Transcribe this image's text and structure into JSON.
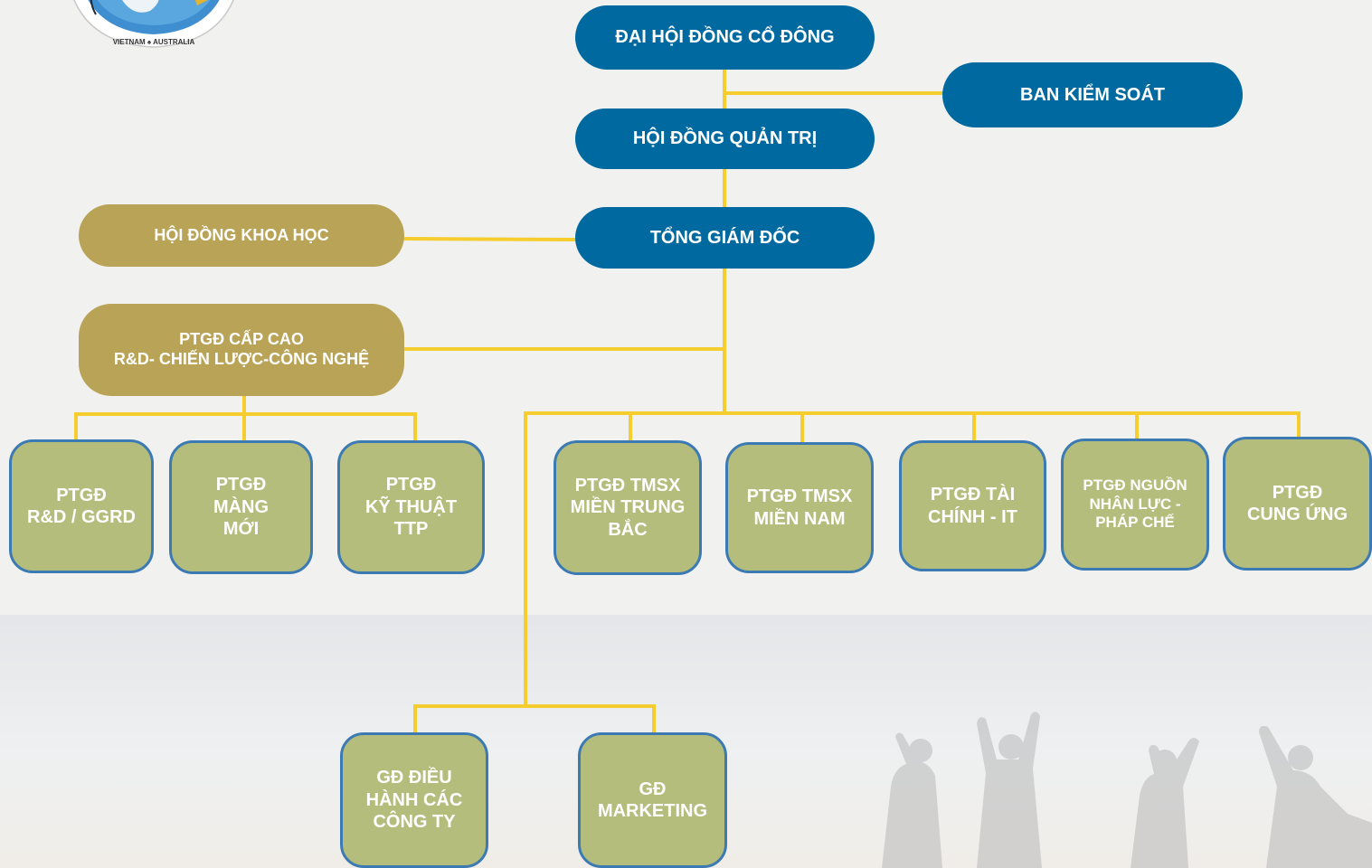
{
  "colors": {
    "pill_blue": "#006aa0",
    "pill_gold": "#b9a357",
    "card_fill": "#b4bd7c",
    "card_border": "#3c7ab3",
    "connector": "#f5cd2e",
    "text": "#ffffff"
  },
  "logo": {
    "icon": "company-seal-logo",
    "text": "VIETNAM ♠ AUSTRALIA"
  },
  "org_chart": {
    "shareholders": "ĐẠI HỘI ĐỒNG CỔ ĐÔNG",
    "supervisory": "BAN KIỂM SOÁT",
    "board": "HỘI ĐỒNG QUẢN TRỊ",
    "ceo": "TỔNG GIÁM ĐỐC",
    "science_council": "HỘI ĐỒNG KHOA HỌC",
    "senior_vp": {
      "line1": "PTGĐ CẤP CAO",
      "line2": "R&D- CHIẾN LƯỢC-CÔNG NGHỆ"
    },
    "rd_units": [
      {
        "line1": "PTGĐ",
        "line2": "R&D / GGRD"
      },
      {
        "line1": "PTGĐ",
        "line2": "MÀNG",
        "line3": "MỚI"
      },
      {
        "line1": "PTGĐ",
        "line2": "KỸ THUẬT",
        "line3": "TTP"
      }
    ],
    "divisions": [
      {
        "line1": "PTGĐ TMSX",
        "line2": "MIỀN TRUNG",
        "line3": "BẮC"
      },
      {
        "line1": "PTGĐ TMSX",
        "line2": "MIỀN NAM"
      },
      {
        "line1": "PTGĐ TÀI",
        "line2": "CHÍNH - IT"
      },
      {
        "line1": "PTGĐ NGUỒN",
        "line2": "NHÂN LỰC -",
        "line3": "PHÁP CHẾ"
      },
      {
        "line1": "PTGĐ",
        "line2": "CUNG ỨNG"
      }
    ],
    "directors": [
      {
        "line1": "GĐ ĐIỀU",
        "line2": "HÀNH CÁC",
        "line3": "CÔNG TY"
      },
      {
        "line1": "GĐ",
        "line2": "MARKETING"
      }
    ]
  }
}
